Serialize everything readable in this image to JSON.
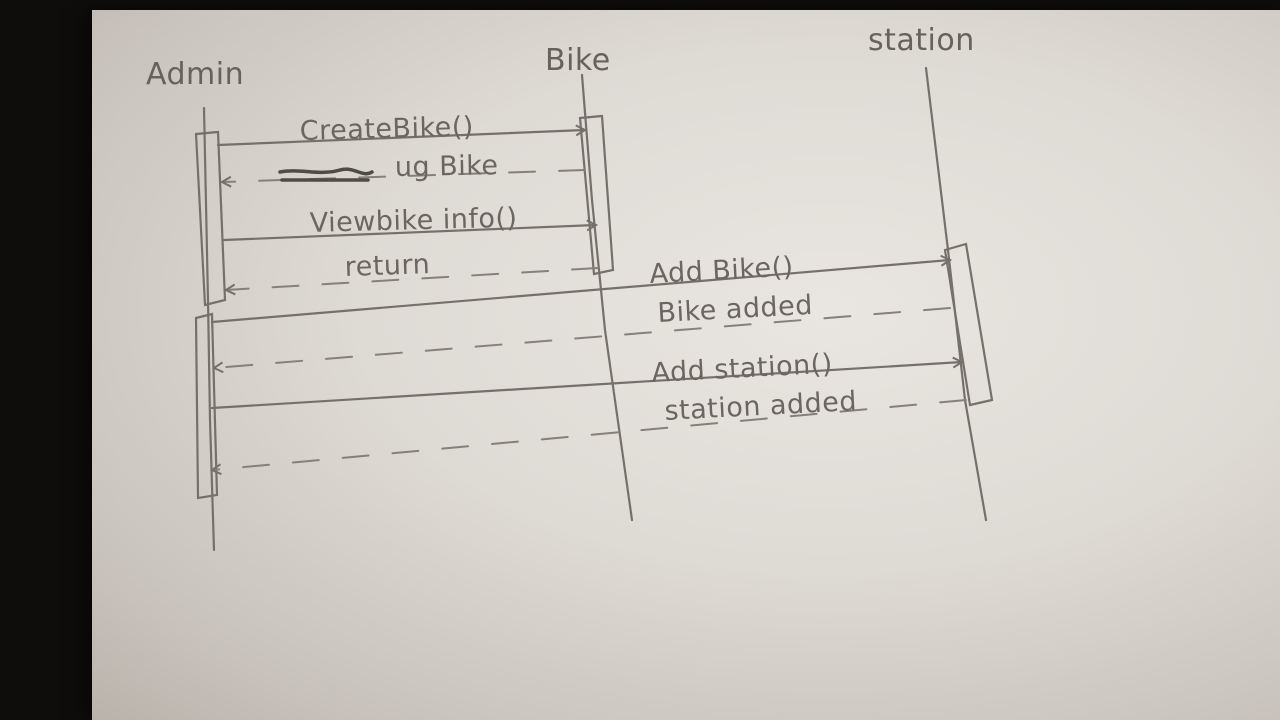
{
  "diagram": {
    "type": "sequence",
    "actors": {
      "admin": "Admin",
      "bike": "Bike",
      "station": "station"
    },
    "messages": {
      "create_bike": "CreateBike()",
      "ug_bike": "ug Bike",
      "view_bike_info": "Viewbike info()",
      "return": "return",
      "add_bike": "Add Bike()",
      "bike_added": "Bike added",
      "add_station": "Add station()",
      "station_added": "station added"
    },
    "colors": {
      "paper": "#e4e1dc",
      "pencil": "#6b6760",
      "background": "#0f0d0b"
    }
  }
}
